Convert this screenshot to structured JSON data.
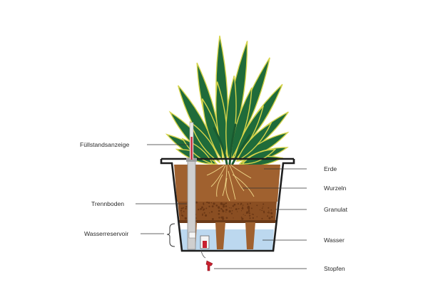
{
  "diagram": {
    "labels_left": {
      "level_indicator": "Füllstandsanzeige",
      "separator": "Trennboden",
      "reservoir": "Wasserreservoir"
    },
    "labels_right": {
      "soil": "Erde",
      "roots": "Wurzeln",
      "granulate": "Granulat",
      "water": "Wasser",
      "plug": "Stopfen"
    }
  },
  "colors": {
    "leaf": "#1f6b3a",
    "leaf_rim": "#d6d44a",
    "soil": "#a0612f",
    "granulate": "#8a4e22",
    "water": "#bcd8ef",
    "pot_rim": "#1e1e1e",
    "indicator_red": "#c8202f",
    "tube": "#cfcfcf"
  }
}
